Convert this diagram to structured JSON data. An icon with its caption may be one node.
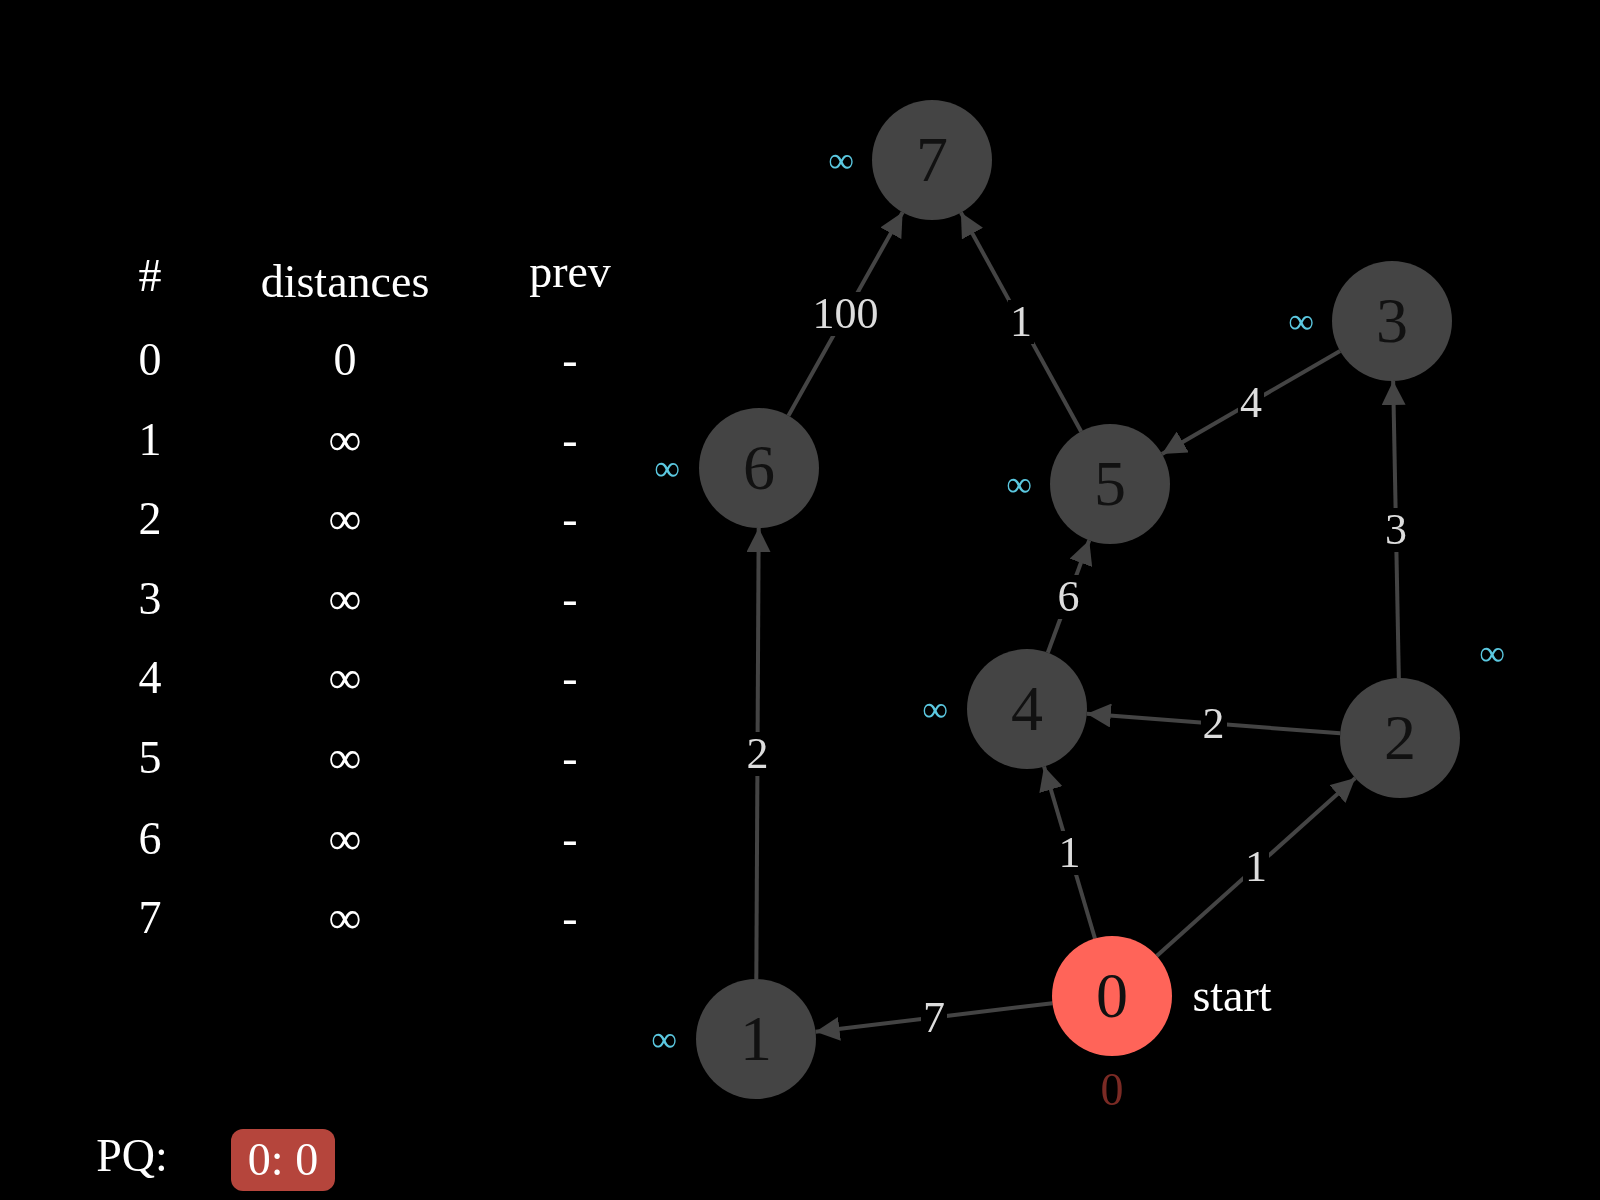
{
  "diagram": {
    "nodes": [
      {
        "text": [
          "0"
        ],
        "beside": [
          "start",
          "0"
        ]
      },
      {
        "text": [
          "1"
        ],
        "beside": [
          "∞"
        ]
      },
      {
        "text": [
          "2"
        ],
        "beside": [
          "∞"
        ]
      },
      {
        "text": [
          "3"
        ],
        "beside": [
          "∞"
        ]
      },
      {
        "text": [
          "4"
        ],
        "beside": [
          "∞"
        ]
      },
      {
        "text": [
          "5"
        ],
        "beside": [
          "∞"
        ]
      },
      {
        "text": [
          "6"
        ],
        "beside": [
          "∞"
        ]
      },
      {
        "text": [
          "7"
        ],
        "beside": [
          "∞"
        ]
      },
      {
        "text": [
          "0: 0"
        ]
      }
    ],
    "edges": [
      {
        "from": 0,
        "to": 1,
        "arrow": "to",
        "label": "7"
      },
      {
        "from": 1,
        "to": 6,
        "arrow": "to",
        "label": "2"
      },
      {
        "from": 6,
        "to": 7,
        "arrow": "to",
        "label": "100"
      },
      {
        "from": 5,
        "to": 7,
        "arrow": "to",
        "label": "1"
      },
      {
        "from": 3,
        "to": 5,
        "arrow": "to",
        "label": "4"
      },
      {
        "from": 2,
        "to": 3,
        "arrow": "to",
        "label": "3"
      },
      {
        "from": 4,
        "to": 5,
        "arrow": "to",
        "label": "6"
      },
      {
        "from": 2,
        "to": 4,
        "arrow": "to",
        "label": "2"
      },
      {
        "from": 0,
        "to": 4,
        "arrow": "to",
        "label": "1"
      },
      {
        "from": 0,
        "to": 2,
        "arrow": "to",
        "label": "1"
      }
    ],
    "labels": [
      "#",
      "distances",
      "prev",
      "0",
      "0",
      "-",
      "1",
      "∞",
      "-",
      "2",
      "∞",
      "-",
      "3",
      "∞",
      "-",
      "4",
      "∞",
      "-",
      "5",
      "∞",
      "-",
      "6",
      "∞",
      "-",
      "7",
      "∞",
      "-",
      "PQ:"
    ]
  }
}
